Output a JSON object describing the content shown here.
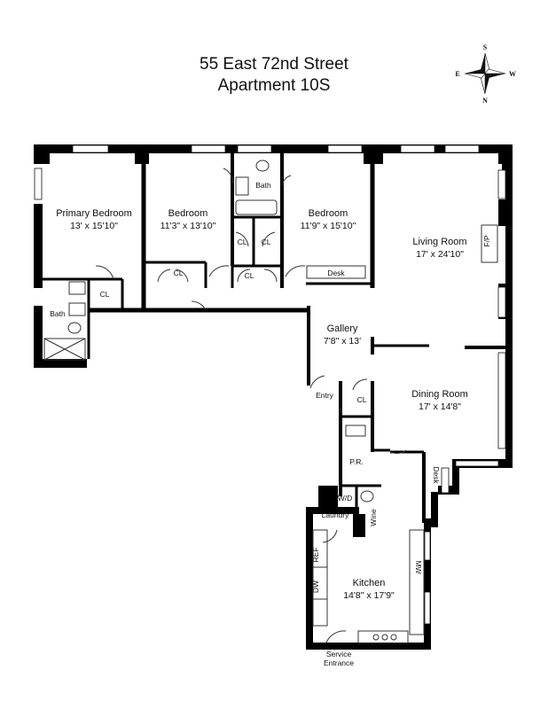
{
  "header": {
    "address": "55 East 72nd Street",
    "unit": "Apartment 10S"
  },
  "compass": {
    "n": "N",
    "s": "S",
    "e": "E",
    "w": "W"
  },
  "rooms": {
    "primary_bedroom": {
      "name": "Primary Bedroom",
      "dims": "13' x 15'10\""
    },
    "bedroom_1": {
      "name": "Bedroom",
      "dims": "11'3\" x 13'10\""
    },
    "bedroom_2": {
      "name": "Bedroom",
      "dims": "11'9\" x 15'10\""
    },
    "living_room": {
      "name": "Living Room",
      "dims": "17' x 24'10\""
    },
    "gallery": {
      "name": "Gallery",
      "dims": "7'8\" x 13'"
    },
    "dining_room": {
      "name": "Dining Room",
      "dims": "17' x 14'8\""
    },
    "kitchen": {
      "name": "Kitchen",
      "dims": "14'8\" x 17'9\""
    }
  },
  "labels": {
    "bath": "Bath",
    "cl": "CL",
    "desk": "Desk",
    "fp": "F/P",
    "entry": "Entry",
    "pr": "P.R.",
    "wd": "W/D",
    "laundry": "Laundry",
    "wine": "Wine",
    "ref": "REF",
    "dw": "DW",
    "mw": "MW",
    "service": "Service",
    "entrance": "Entrance"
  }
}
